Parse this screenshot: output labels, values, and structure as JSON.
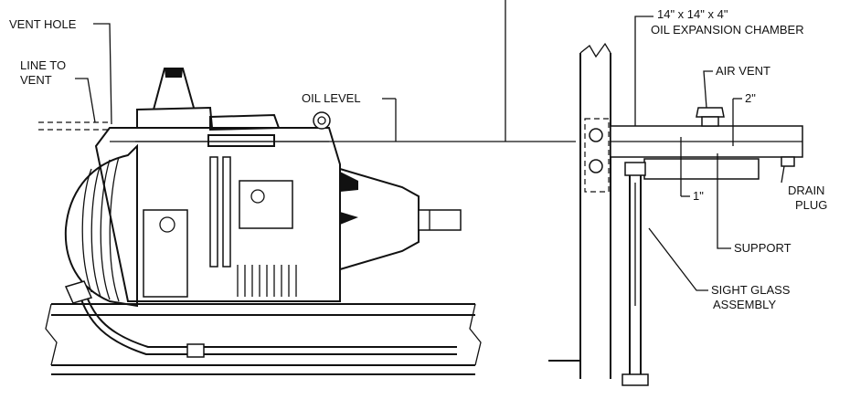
{
  "labels": {
    "vent_hole": "VENT HOLE",
    "line_to_vent_1": "LINE TO",
    "line_to_vent_2": "VENT",
    "oil_level": "OIL LEVEL",
    "chamber_size": "14\" x 14\" x 4\"",
    "chamber_name": "OIL EXPANSION CHAMBER",
    "air_vent": "AIR VENT",
    "dim_2in": "2\"",
    "dim_1in": "1\"",
    "drain_1": "DRAIN",
    "drain_2": "PLUG",
    "support": "SUPPORT",
    "sight_1": "SIGHT GLASS",
    "sight_2": "ASSEMBLY"
  }
}
